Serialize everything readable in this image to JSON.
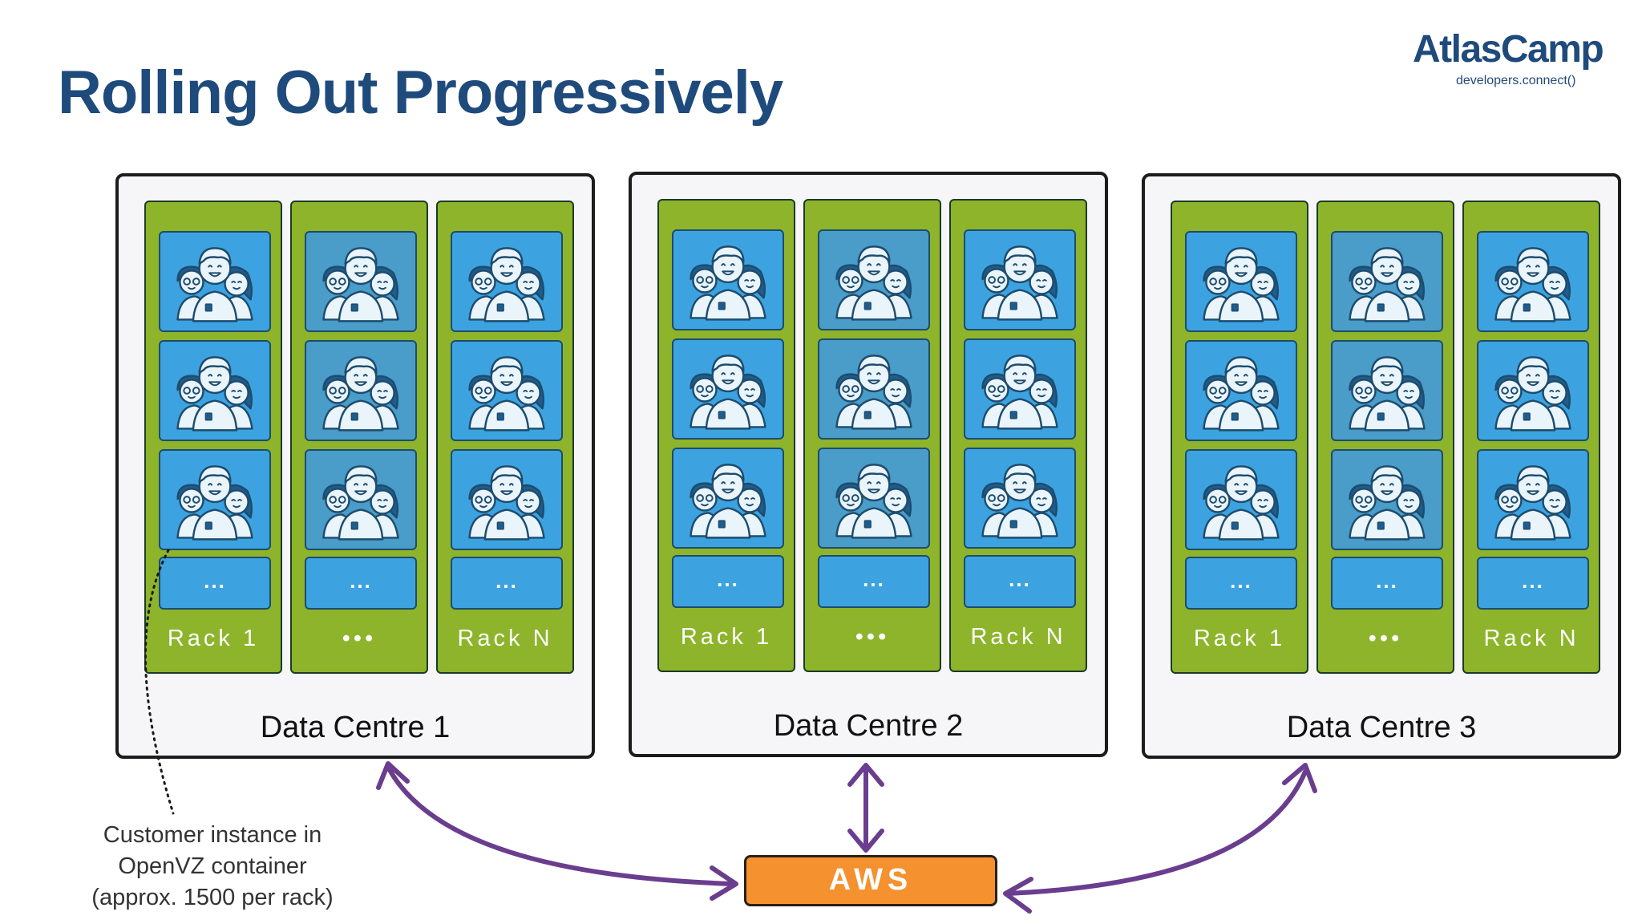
{
  "title": "Rolling Out Progressively",
  "logo": {
    "brand": "AtlasCamp",
    "tagline": "developers.connect()"
  },
  "slot_ellipsis": "...",
  "data_centres": [
    {
      "label": "Data Centre 1",
      "racks": [
        {
          "label": "Rack 1"
        },
        {
          "label": "•••"
        },
        {
          "label": "Rack N"
        }
      ]
    },
    {
      "label": "Data Centre 2",
      "racks": [
        {
          "label": "Rack 1"
        },
        {
          "label": "•••"
        },
        {
          "label": "Rack N"
        }
      ]
    },
    {
      "label": "Data Centre 3",
      "racks": [
        {
          "label": "Rack 1"
        },
        {
          "label": "•••"
        },
        {
          "label": "Rack N"
        }
      ]
    }
  ],
  "aws_label": "AWS",
  "annotation": [
    "Customer instance in",
    "OpenVZ container",
    "(approx. 1500 per rack)"
  ],
  "colors": {
    "title": "#1f4a7c",
    "rack": "#8db42a",
    "slot": "#3da3e0",
    "aws": "#f5912f",
    "arrow": "#6a3d8f"
  },
  "icons": {
    "customer_instance": "group-of-people-icon"
  }
}
